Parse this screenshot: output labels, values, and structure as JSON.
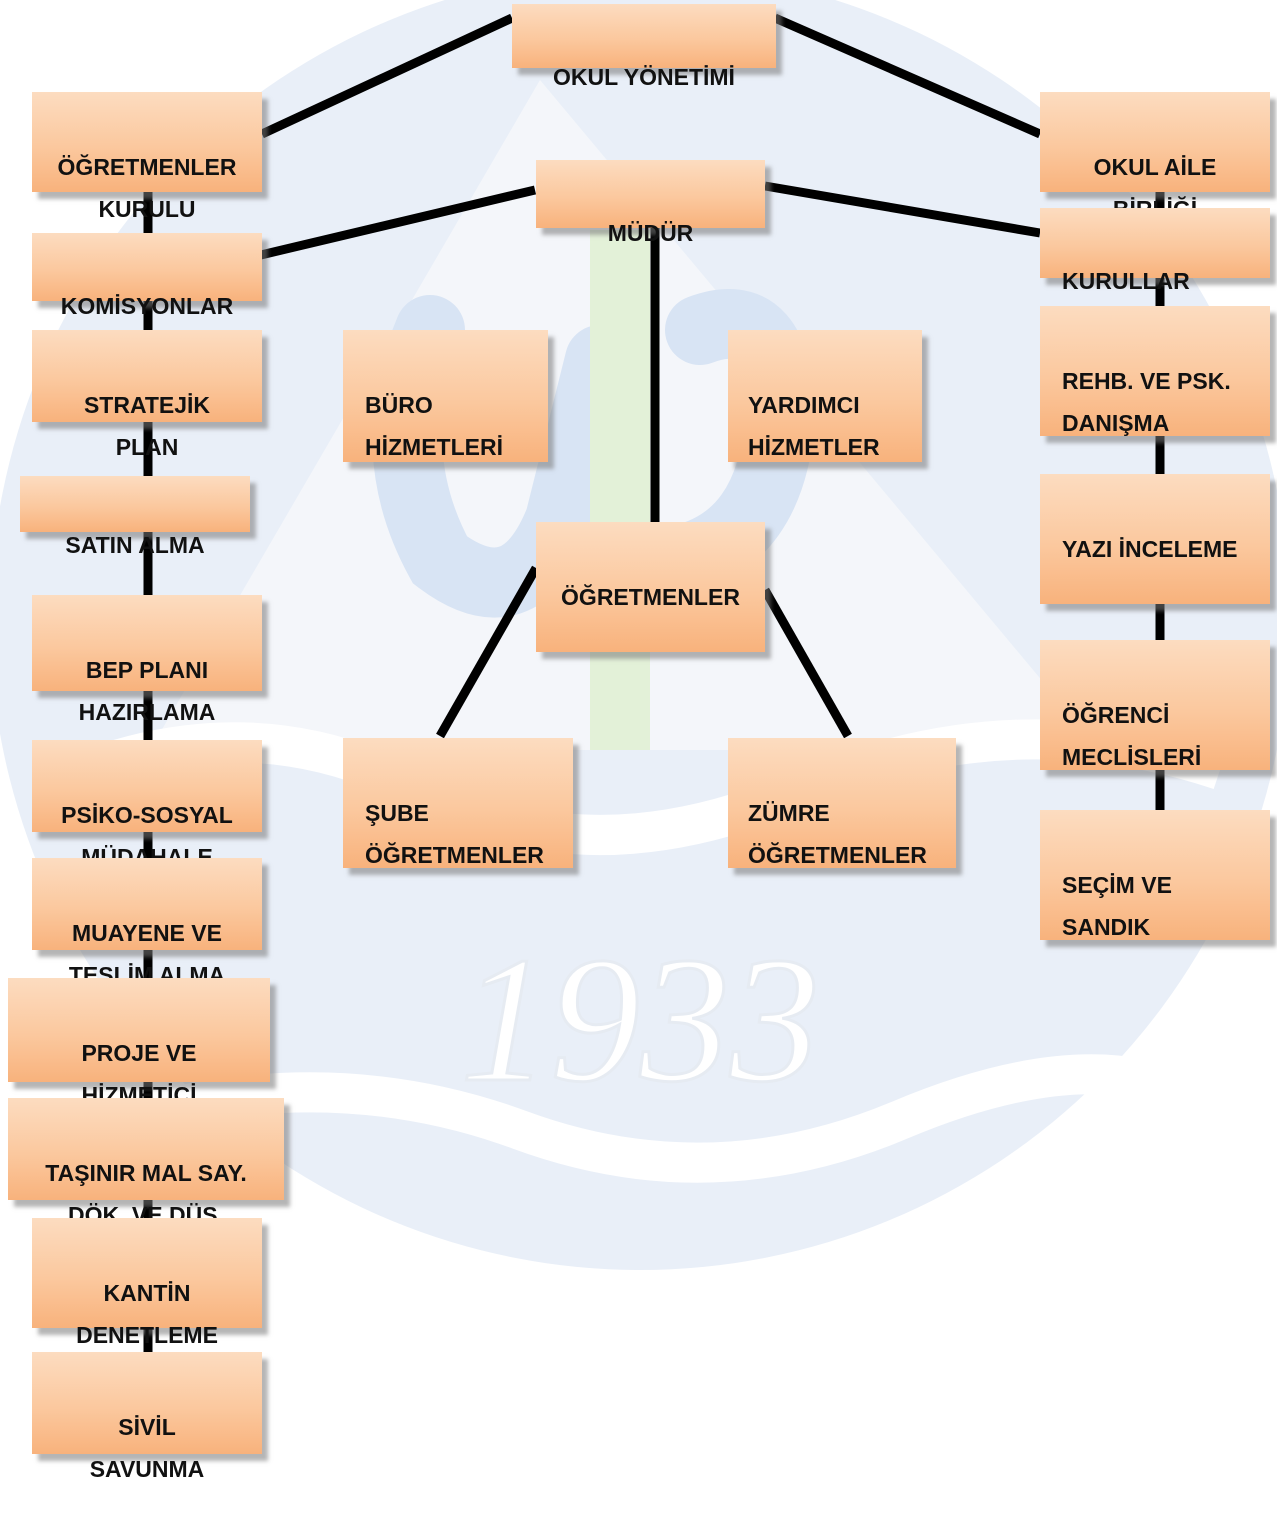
{
  "chart_data": {
    "type": "org-chart",
    "nodes": {
      "root": "OKUL YÖNETİMİ",
      "teachers_board": "ÖĞRETMENLER\nKURULU",
      "parent_assoc": "OKUL AİLE\nBİRLİĞİ",
      "director": "MÜDÜR",
      "commissions": "KOMİSYONLAR",
      "boards": "KURULLAR",
      "office": "BÜRO\nHİZMETLERİ",
      "support": "YARDIMCI\nHİZMETLER",
      "teachers": "ÖĞRETMENLER",
      "branch_teachers": "ŞUBE\nÖĞRETMENLER",
      "group_teachers": "ZÜMRE\nÖĞRETMENLER",
      "left_column": [
        "STRATEJİK\nPLAN",
        "SATIN ALMA",
        "BEP PLANI\nHAZIRLAMA",
        "PSİKO-SOSYAL\nMÜDAHALE",
        "MUAYENE VE\nTESLİM ALMA",
        "PROJE VE\nHİZMETİÇİ",
        "TAŞINIR MAL SAY.\nDÖK. VE DÜŞ.",
        "KANTİN\nDENETLEME",
        "SİVİL\nSAVUNMA"
      ],
      "right_column": [
        "REHB. VE PSK.\nDANIŞMA",
        "YAZI İNCELEME",
        "ÖĞRENCİ\nMECLİSLERİ",
        "SEÇİM VE\nSANDIK"
      ]
    },
    "edges": [
      [
        "root",
        "teachers_board"
      ],
      [
        "root",
        "parent_assoc"
      ],
      [
        "teachers_board",
        "commissions"
      ],
      [
        "parent_assoc",
        "boards"
      ],
      [
        "director",
        "commissions"
      ],
      [
        "director",
        "boards"
      ],
      [
        "director",
        "teachers"
      ],
      [
        "teachers",
        "branch_teachers"
      ],
      [
        "teachers",
        "group_teachers"
      ]
    ],
    "watermark_text": "1933",
    "colors": {
      "box_light": "#fcdcc0",
      "box_dark": "#f8b27c",
      "line": "#000000",
      "watermark_blue": "#dbe6f3"
    }
  }
}
